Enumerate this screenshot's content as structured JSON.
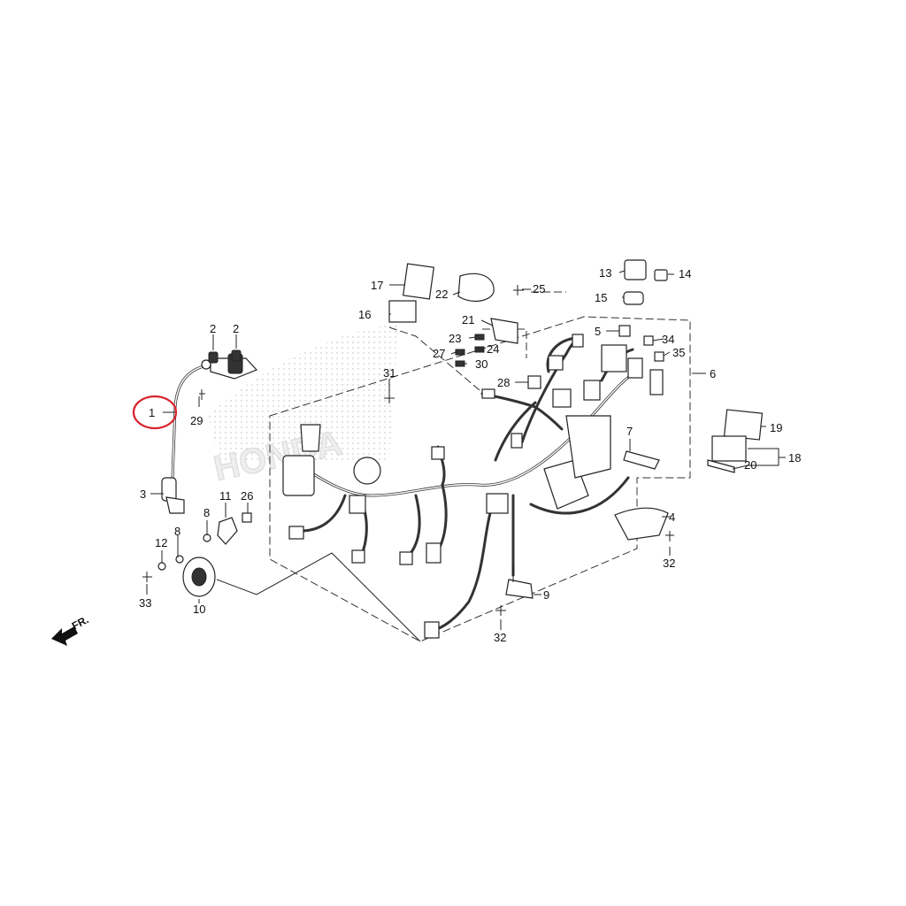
{
  "diagram": {
    "watermark": "HONDA",
    "direction_label": "FR.",
    "highlight_color": "#d9232e",
    "callouts": [
      "1",
      "2",
      "2",
      "3",
      "4",
      "5",
      "6",
      "7",
      "8",
      "8",
      "9",
      "10",
      "11",
      "12",
      "13",
      "14",
      "15",
      "16",
      "17",
      "18",
      "19",
      "20",
      "21",
      "22",
      "23",
      "24",
      "25",
      "26",
      "27",
      "28",
      "29",
      "30",
      "31",
      "32",
      "32",
      "33",
      "34",
      "35"
    ]
  }
}
